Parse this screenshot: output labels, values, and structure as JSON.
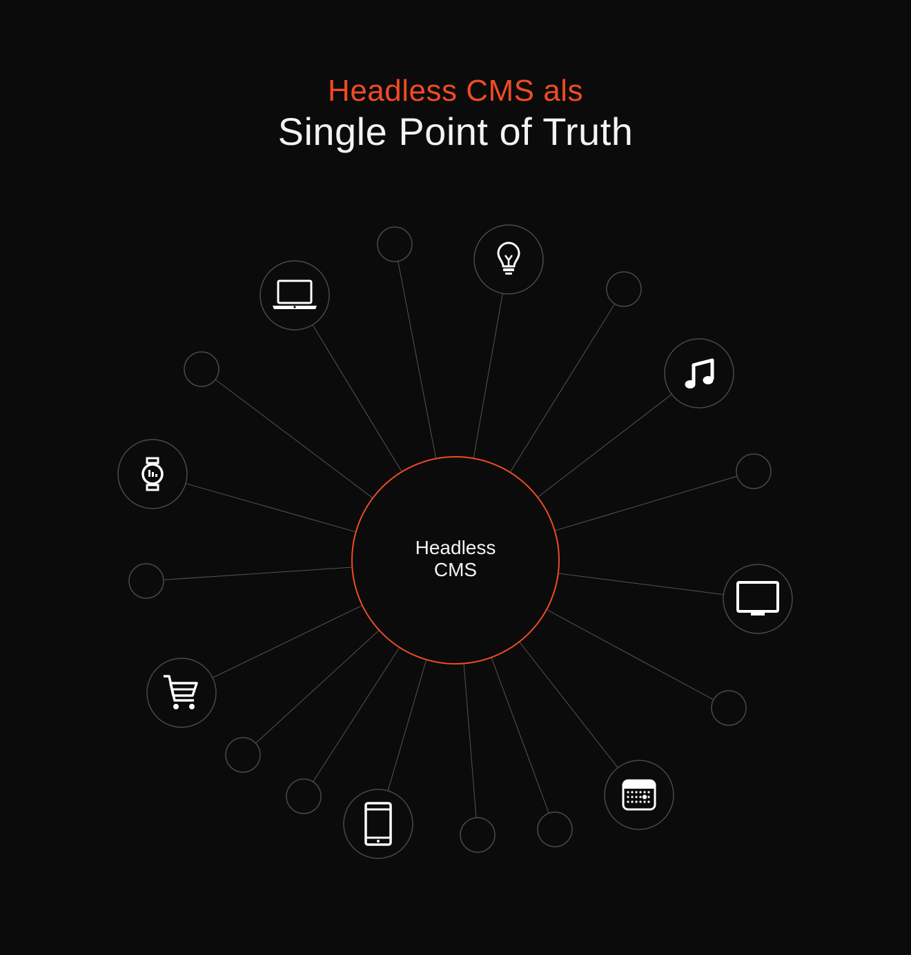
{
  "header": {
    "subtitle": "Headless CMS als",
    "title": "Single Point of Truth"
  },
  "hub": {
    "line1": "Headless",
    "line2": "CMS"
  },
  "colors": {
    "background": "#0b0b0c",
    "accent": "#f04b23",
    "node_stroke": "#4a4a4e",
    "text": "#f3f3f5"
  },
  "nodes": [
    {
      "icon": "laptop-icon"
    },
    {
      "icon": "none"
    },
    {
      "icon": "lightbulb-icon"
    },
    {
      "icon": "none"
    },
    {
      "icon": "music-note-icon"
    },
    {
      "icon": "none"
    },
    {
      "icon": "tv-icon"
    },
    {
      "icon": "none"
    },
    {
      "icon": "calendar-icon"
    },
    {
      "icon": "none"
    },
    {
      "icon": "none"
    },
    {
      "icon": "tablet-icon"
    },
    {
      "icon": "none"
    },
    {
      "icon": "none"
    },
    {
      "icon": "shopping-cart-icon"
    },
    {
      "icon": "none"
    },
    {
      "icon": "smartwatch-icon"
    },
    {
      "icon": "none"
    }
  ]
}
